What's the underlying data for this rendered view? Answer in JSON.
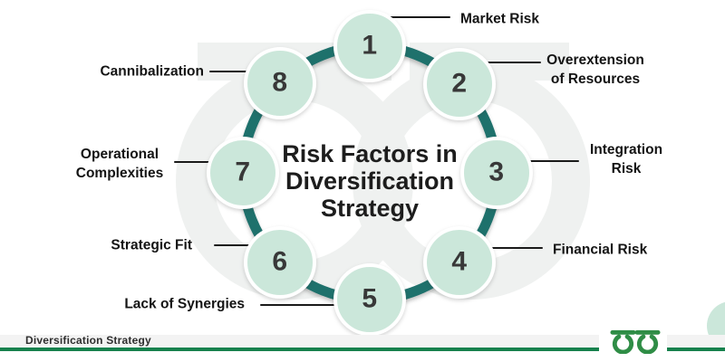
{
  "title": "Risk Factors in\nDiversification\nStrategy",
  "factors": [
    {
      "num": "1",
      "label": "Market Risk"
    },
    {
      "num": "2",
      "label": "Overextension\nof Resources"
    },
    {
      "num": "3",
      "label": "Integration\nRisk"
    },
    {
      "num": "4",
      "label": "Financial Risk"
    },
    {
      "num": "5",
      "label": "Lack of Synergies"
    },
    {
      "num": "6",
      "label": "Strategic Fit"
    },
    {
      "num": "7",
      "label": "Operational\nComplexities"
    },
    {
      "num": "8",
      "label": "Cannibalization"
    }
  ],
  "footer": {
    "label": "Diversification Strategy",
    "logo": "geeksforgeeks-logo"
  },
  "colors": {
    "ring_teal": "#1e716c",
    "circle_mint": "#cbe7da",
    "connector_dark": "#1a1a1a",
    "number_gray": "#383838",
    "title_dark": "#1d1d1d",
    "footer_strip_gray": "#f3f3f3",
    "footer_bar_green": "#17814d",
    "logo_green": "#2f8d46",
    "watermark_tint": "#eff1f0"
  }
}
